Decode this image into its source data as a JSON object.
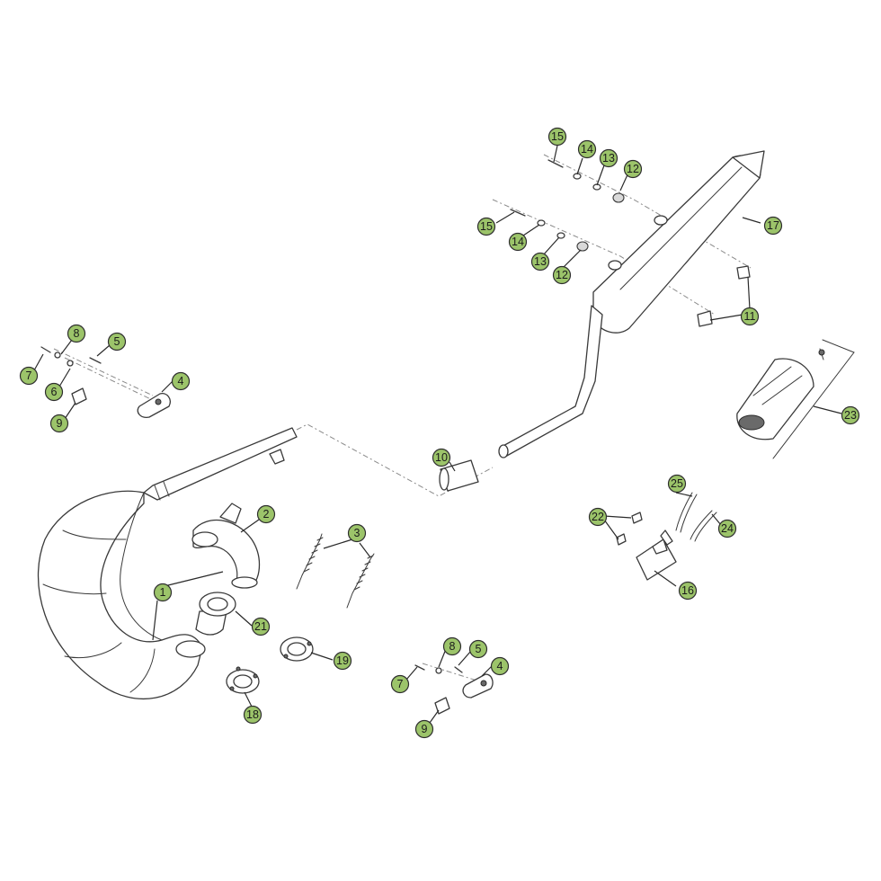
{
  "diagram": {
    "callouts": [
      {
        "id": "c1",
        "label": "1"
      },
      {
        "id": "c2",
        "label": "2"
      },
      {
        "id": "c3",
        "label": "3"
      },
      {
        "id": "c4a",
        "label": "4"
      },
      {
        "id": "c4b",
        "label": "4"
      },
      {
        "id": "c5a",
        "label": "5"
      },
      {
        "id": "c5b",
        "label": "5"
      },
      {
        "id": "c6",
        "label": "6"
      },
      {
        "id": "c7a",
        "label": "7"
      },
      {
        "id": "c7b",
        "label": "7"
      },
      {
        "id": "c8a",
        "label": "8"
      },
      {
        "id": "c8b",
        "label": "8"
      },
      {
        "id": "c9a",
        "label": "9"
      },
      {
        "id": "c9b",
        "label": "9"
      },
      {
        "id": "c10",
        "label": "10"
      },
      {
        "id": "c11",
        "label": "11"
      },
      {
        "id": "c12a",
        "label": "12"
      },
      {
        "id": "c12b",
        "label": "12"
      },
      {
        "id": "c13a",
        "label": "13"
      },
      {
        "id": "c13b",
        "label": "13"
      },
      {
        "id": "c14a",
        "label": "14"
      },
      {
        "id": "c14b",
        "label": "14"
      },
      {
        "id": "c15a",
        "label": "15"
      },
      {
        "id": "c15b",
        "label": "15"
      },
      {
        "id": "c16",
        "label": "16"
      },
      {
        "id": "c17",
        "label": "17"
      },
      {
        "id": "c18",
        "label": "18"
      },
      {
        "id": "c19",
        "label": "19"
      },
      {
        "id": "c21",
        "label": "21"
      },
      {
        "id": "c22",
        "label": "22"
      },
      {
        "id": "c23",
        "label": "23"
      },
      {
        "id": "c24",
        "label": "24"
      },
      {
        "id": "c25",
        "label": "25"
      }
    ],
    "colors": {
      "badge_fill": "#9cc46a",
      "line": "#3a3a3a",
      "background": "#ffffff"
    }
  }
}
